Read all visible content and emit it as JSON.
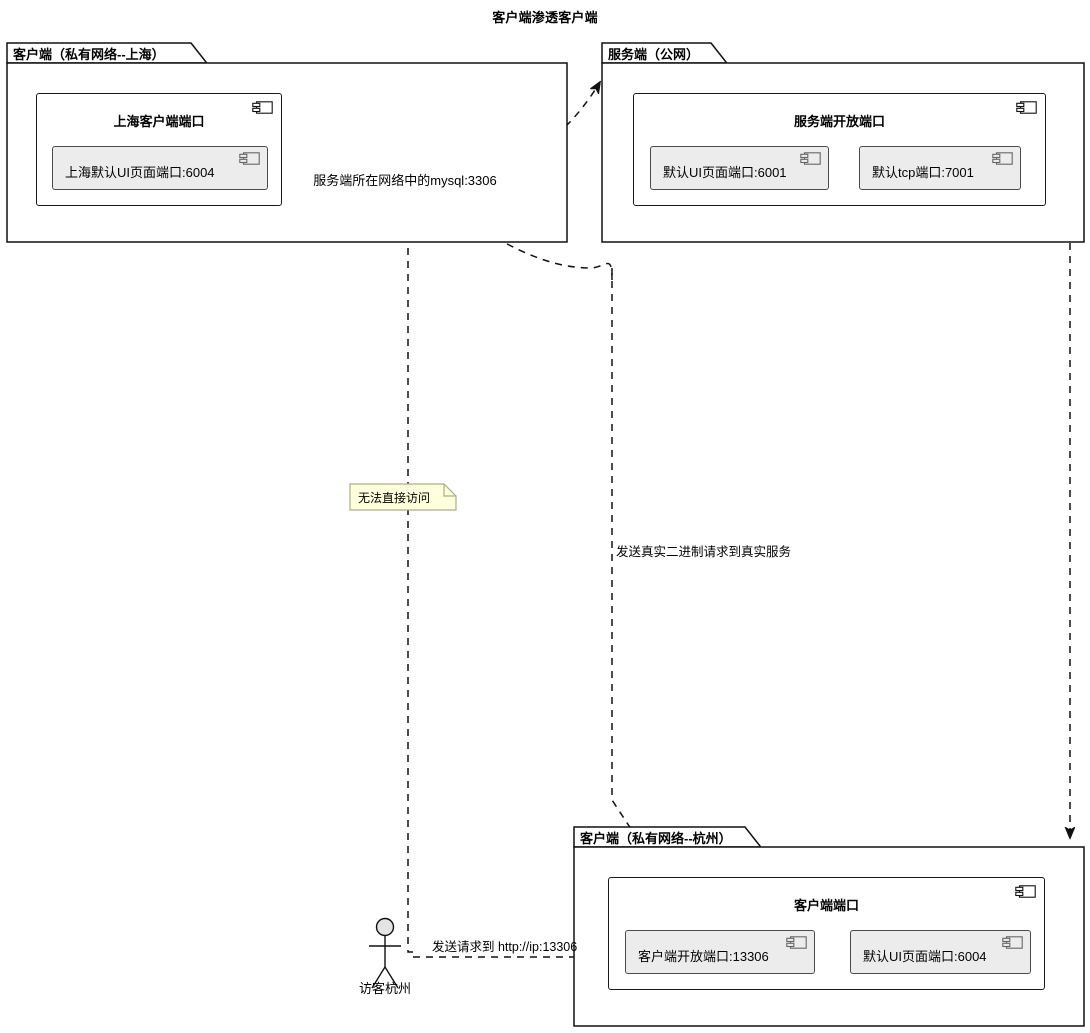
{
  "diagram": {
    "title": "客户端渗透客户端",
    "type": "uml-component-deployment-diagram"
  },
  "packages": [
    {
      "id": "client-shanghai",
      "label": "客户端（私有网络--上海）",
      "component": {
        "title": "上海客户端端口",
        "icon": "component-icon",
        "ports": [
          {
            "label": "上海默认UI页面端口:6004",
            "icon": "component-icon"
          }
        ]
      }
    },
    {
      "id": "server-public",
      "label": "服务端（公网）",
      "component": {
        "title": "服务端开放端口",
        "icon": "component-icon",
        "ports": [
          {
            "label": "默认UI页面端口:6001",
            "icon": "component-icon"
          },
          {
            "label": "默认tcp端口:7001",
            "icon": "component-icon"
          }
        ]
      }
    },
    {
      "id": "client-hangzhou",
      "label": "客户端（私有网络--杭州）",
      "component": {
        "title": "客户端端口",
        "icon": "component-icon",
        "ports": [
          {
            "label": "客户端开放端口:13306",
            "icon": "component-icon"
          },
          {
            "label": "默认UI页面端口:6004",
            "icon": "component-icon"
          }
        ]
      }
    }
  ],
  "database": {
    "label": "服务端所在网络中的mysql:3306",
    "fill": "#efefef"
  },
  "note": {
    "label": "无法直接访问",
    "fill": "#feffdd",
    "border": "#adad84"
  },
  "actor": {
    "label": "访客杭州"
  },
  "edges": [
    {
      "id": "edge-visitor-to-port",
      "label": "发送请求到 http://ip:13306"
    },
    {
      "id": "edge-server-to-db",
      "label": "发送真实二进制请求到真实服务"
    },
    {
      "id": "edge-shanghai-to-server",
      "label": ""
    },
    {
      "id": "edge-server-to-hangzhou",
      "label": ""
    },
    {
      "id": "edge-db-to-visitor",
      "label": ""
    }
  ],
  "colors": {
    "line": "#101010",
    "port_fill": "#ececec",
    "db_fill": "#efefef",
    "note_fill": "#feffdd",
    "background": "#ffffff"
  }
}
